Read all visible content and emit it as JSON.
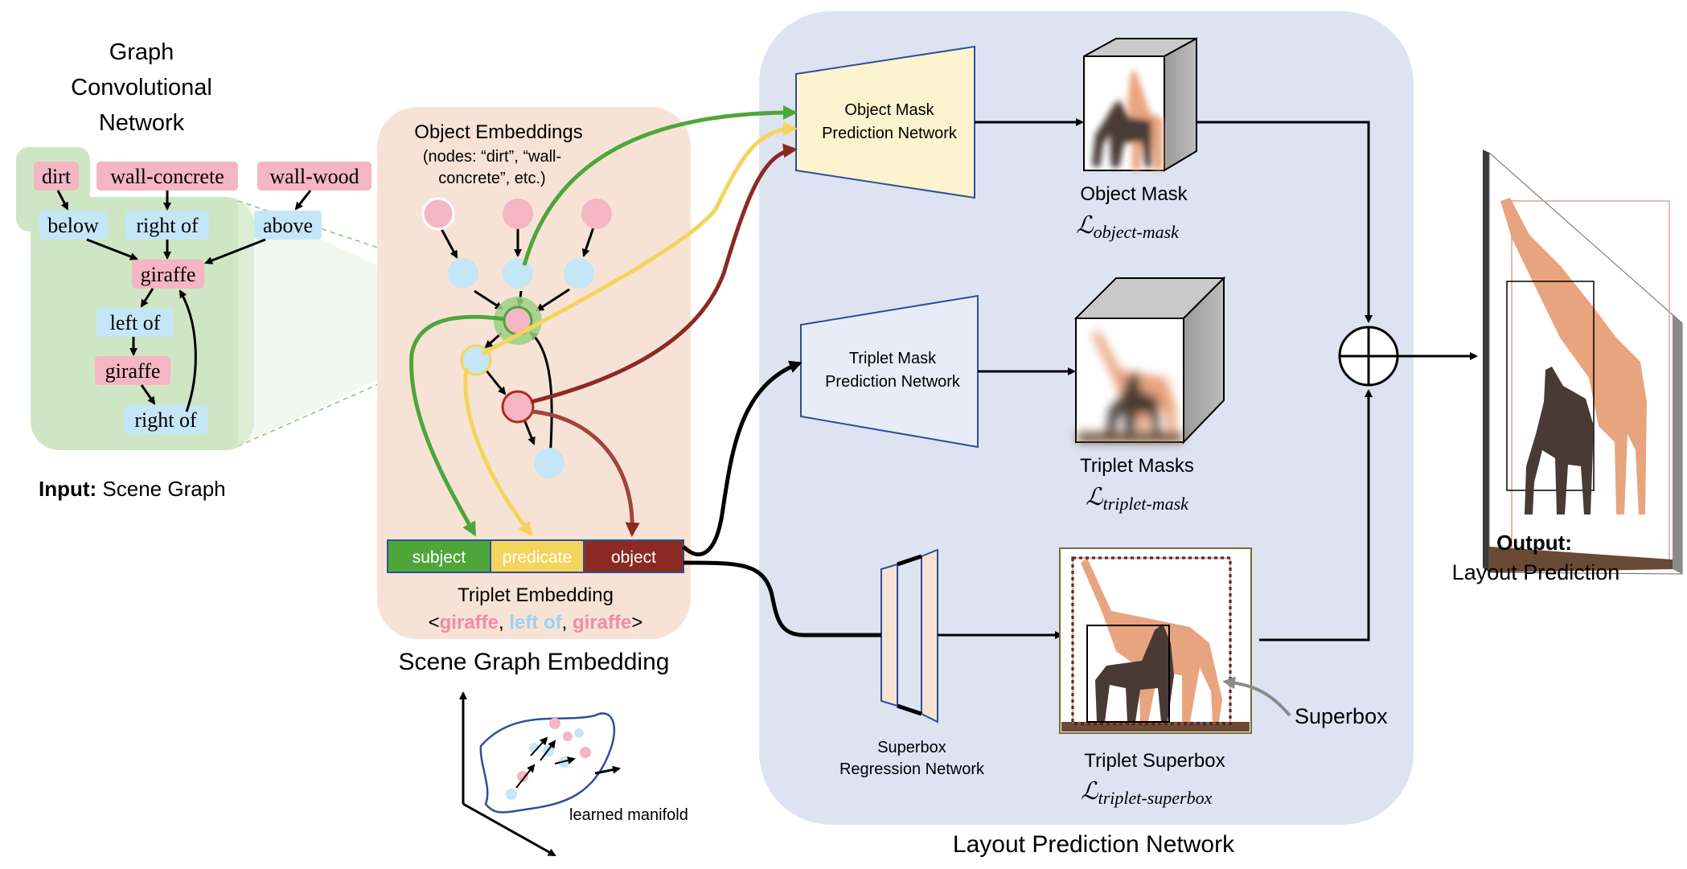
{
  "gcn": {
    "title_lines": [
      "Graph",
      "Convolutional",
      "Network"
    ],
    "nodes": {
      "dirt": "dirt",
      "wall_concrete": "wall-concrete",
      "wall_wood": "wall-wood",
      "below": "below",
      "right_of_1": "right of",
      "above": "above",
      "giraffe_1": "giraffe",
      "left_of": "left of",
      "giraffe_2": "giraffe",
      "right_of_2": "right of"
    },
    "input_bold": "Input:",
    "input_rest": " Scene Graph"
  },
  "embedding": {
    "obj_title": "Object Embeddings",
    "obj_sub_1": "(nodes: “dirt”, “wall-",
    "obj_sub_2": "concrete”, etc.)",
    "bar": {
      "subject": "subject",
      "predicate": "predicate",
      "object": "object"
    },
    "triplet_title": "Triplet Embedding",
    "triplet_open": "<",
    "triplet_w1": "giraffe",
    "triplet_comma1": ", ",
    "triplet_w2": "left of",
    "triplet_comma2": ", ",
    "triplet_w3": "giraffe",
    "triplet_close": ">",
    "section_title": "Scene Graph Embedding",
    "manifold_label": "learned manifold"
  },
  "layout": {
    "obj_net_1": "Object Mask",
    "obj_net_2": "Prediction Network",
    "obj_mask_title": "Object Mask",
    "obj_mask_loss": "ℒ",
    "obj_mask_loss_sub": "object-mask",
    "tri_net_1": "Triplet Mask",
    "tri_net_2": "Prediction Network",
    "tri_mask_title": "Triplet Masks",
    "tri_mask_loss": "ℒ",
    "tri_mask_loss_sub": "triplet-mask",
    "superbox_net_1": "Superbox",
    "superbox_net_2": "Regression Network",
    "superbox_title": "Triplet Superbox",
    "superbox_loss": "ℒ",
    "superbox_loss_sub": "triplet-superbox",
    "superbox_label": "Superbox",
    "section_title": "Layout Prediction Network"
  },
  "output": {
    "bold": "Output:",
    "rest": "Layout Prediction"
  },
  "colors": {
    "pink": "#f4b6c2",
    "blue": "#c5e6f6",
    "green_panel": "#cfe6c4",
    "peach_panel": "#f7e3d5",
    "layout_panel": "#dde3f1",
    "subject": "#4ea63b",
    "predicate": "#f4d45c",
    "object": "#8b2a22",
    "giraffe_tan": "#e8a47e",
    "giraffe_dark": "#4a3a35"
  },
  "icons": [
    "sum-icon",
    "arrow-icon"
  ]
}
